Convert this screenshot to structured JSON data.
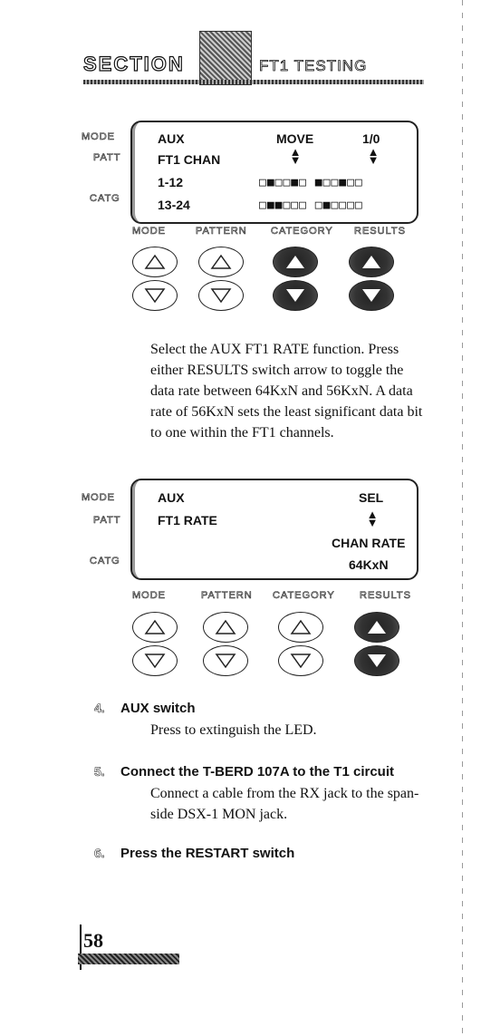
{
  "header": {
    "section_word": "SECTION",
    "title": "FT1 TESTING"
  },
  "panel1": {
    "side_labels": [
      "MODE",
      "PATT",
      "CATG"
    ],
    "rows": [
      {
        "left": "AUX",
        "mid": "MOVE",
        "right": "1/0"
      },
      {
        "left": "FT1 CHAN"
      },
      {
        "left": "1-12",
        "blocks": "□■□□■□ ■□□■□□"
      },
      {
        "left": "13-24",
        "blocks": "□■■□□□ □■□□□□"
      }
    ],
    "buttons": [
      "MODE",
      "PATTERN",
      "CATEGORY",
      "RESULTS"
    ]
  },
  "paragraph": "Select the AUX FT1 RATE function. Press either RESULTS switch arrow to toggle the data rate between 64KxN and 56KxN. A data rate of 56KxN sets the least significant data bit to one within the FT1 channels.",
  "panel2": {
    "side_labels": [
      "MODE",
      "PATT",
      "CATG"
    ],
    "rows": [
      {
        "left": "AUX",
        "right": "SEL"
      },
      {
        "left": "FT1 RATE"
      },
      {
        "right": "CHAN RATE"
      },
      {
        "right": "64KxN"
      }
    ],
    "buttons": [
      "MODE",
      "PATTERN",
      "CATEGORY",
      "RESULTS"
    ]
  },
  "steps": [
    {
      "num": "4.",
      "heading": "AUX switch",
      "body": "Press to extinguish the LED."
    },
    {
      "num": "5.",
      "heading": "Connect the T-BERD 107A to the T1 circuit",
      "body": "Connect a cable from the RX jack to the span-side DSX-1 MON jack."
    },
    {
      "num": "6.",
      "heading": "Press the RESTART switch",
      "body": ""
    }
  ],
  "footer": {
    "page_number": "58"
  }
}
